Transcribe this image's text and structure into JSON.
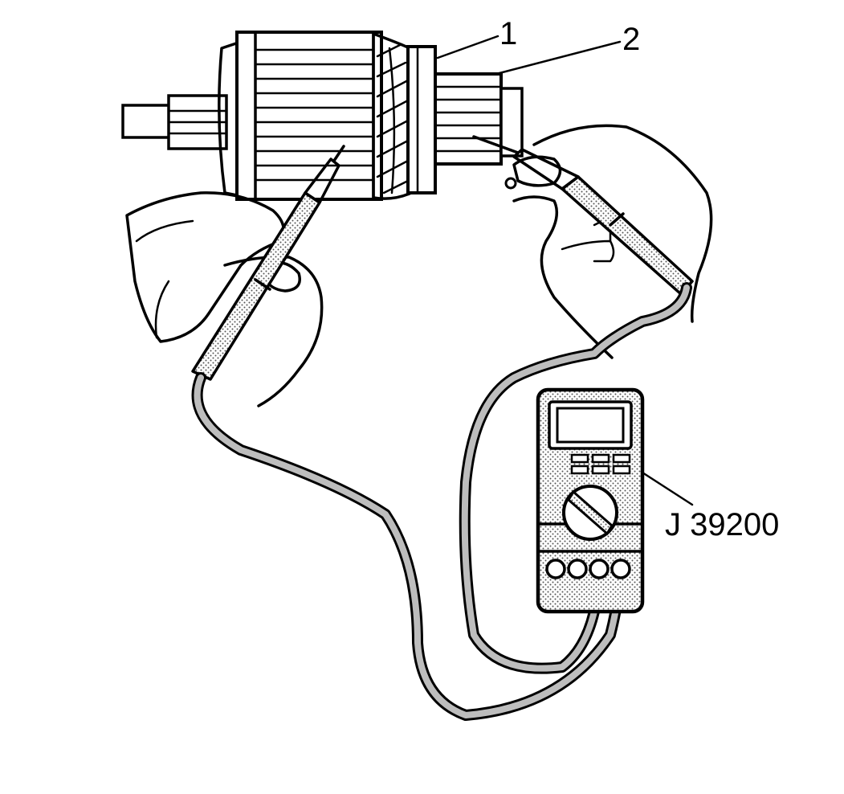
{
  "callouts": {
    "c1": "1",
    "c2": "2",
    "meter": "J 39200"
  },
  "colors": {
    "ink": "#000000",
    "stipple": "#bdbdbd",
    "paper": "#ffffff"
  },
  "icons": {
    "armature": "starter-armature-icon",
    "meter": "digital-multimeter-icon",
    "probe": "test-probe-icon",
    "hand": "hand-icon"
  }
}
